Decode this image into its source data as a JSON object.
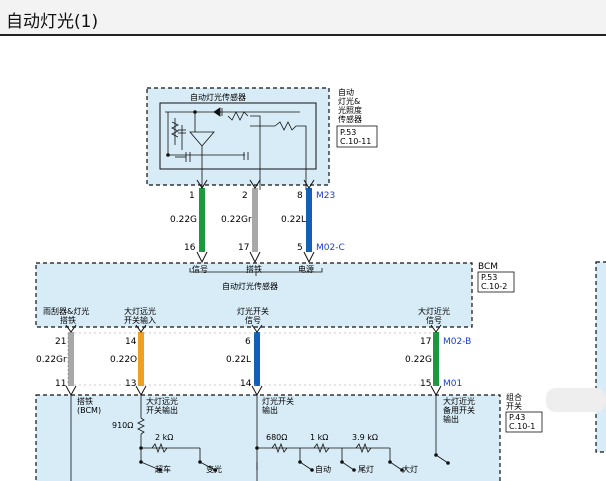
{
  "header": {
    "title": "自动灯光(1)"
  },
  "colors": {
    "box_fill": "#d8ecf7",
    "green": "#1a9a3c",
    "gray": "#a8a8a8",
    "blue": "#1060b8",
    "orange": "#f0a020",
    "connector_blue": "#1a3ed0"
  },
  "sensor": {
    "right_label": [
      "自动",
      "灯光&",
      "光照度",
      "传感器"
    ],
    "inner_title": "自动灯光传感器",
    "ref": [
      "P.53",
      "C.10-11"
    ],
    "connector": "M23"
  },
  "wires_top": [
    {
      "pin_top": "1",
      "pin_bottom": "16",
      "wire": "0.22G",
      "color": "green",
      "func": "信号"
    },
    {
      "pin_top": "2",
      "pin_bottom": "17",
      "wire": "0.22Gr",
      "color": "gray",
      "func": "搭铁"
    },
    {
      "pin_top": "8",
      "pin_bottom": "5",
      "wire": "0.22L",
      "color": "blue",
      "func": "电源"
    }
  ],
  "bcm": {
    "label": "BCM",
    "connector": "M02-C",
    "subtitle": "自动灯光传感器",
    "ref": [
      "P.53",
      "C.10-2"
    ],
    "bottom_labels": [
      [
        "雨刮器&灯光",
        "搭铁"
      ],
      [
        "大灯远光",
        "开关输入"
      ],
      [
        "灯光开关",
        "信号"
      ],
      [
        "大灯近光",
        "信号"
      ]
    ],
    "connector2": "M02-B"
  },
  "wires_bottom": [
    {
      "pin_top": "21",
      "pin_bottom": "11",
      "wire": "0.22Gr",
      "color": "gray"
    },
    {
      "pin_top": "14",
      "pin_bottom": "13",
      "wire": "0.22O",
      "color": "orange"
    },
    {
      "pin_top": "6",
      "pin_bottom": "14",
      "wire": "0.22L",
      "color": "blue"
    },
    {
      "pin_top": "17",
      "pin_bottom": "15",
      "wire": "0.22G",
      "color": "green"
    }
  ],
  "combo_switch": {
    "label": [
      "组合",
      "开关"
    ],
    "ref": [
      "P.43",
      "C.10-1"
    ],
    "connector": "M01",
    "pin_labels": [
      [
        "搭铁",
        "(BCM)"
      ],
      [
        "大灯远光",
        "开关输出"
      ],
      [
        "灯光开关",
        "输出"
      ],
      [
        "大灯近光",
        "备用开关",
        "输出"
      ]
    ],
    "resistors": [
      "910Ω",
      "2 kΩ",
      "680Ω",
      "1 kΩ",
      "3.9 kΩ"
    ],
    "switch_labels": [
      "超车",
      "变光",
      "自动",
      "尾灯",
      "大灯"
    ]
  }
}
